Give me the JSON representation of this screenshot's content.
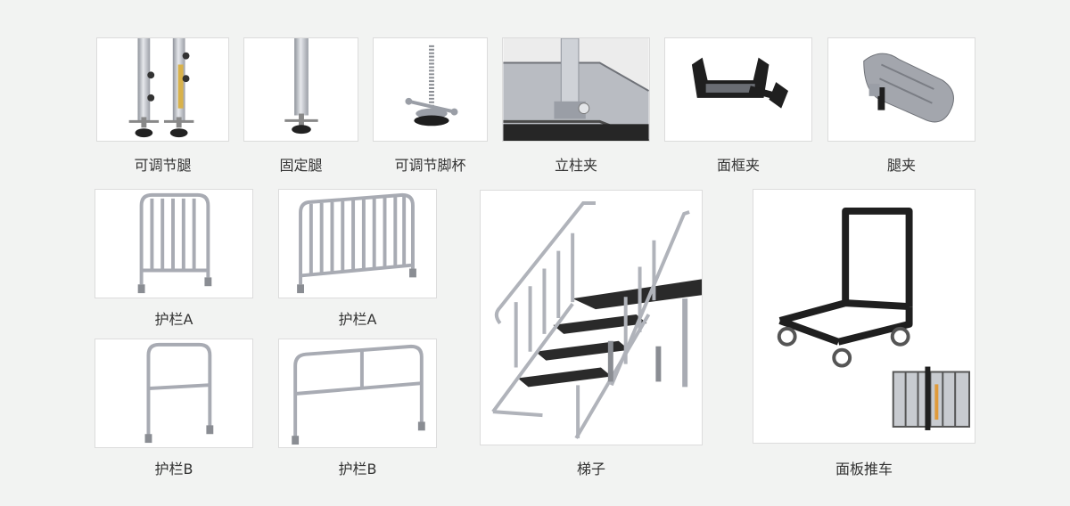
{
  "products": [
    {
      "label": "可调节腿",
      "icon": "adjustable-leg-icon"
    },
    {
      "label": "固定腿",
      "icon": "fixed-leg-icon"
    },
    {
      "label": "可调节脚杯",
      "icon": "adjustable-foot-cup-icon"
    },
    {
      "label": "立柱夹",
      "icon": "column-clamp-icon"
    },
    {
      "label": "面框夹",
      "icon": "panel-frame-clamp-icon"
    },
    {
      "label": "腿夹",
      "icon": "leg-clamp-icon"
    },
    {
      "label": "护栏A",
      "icon": "guardrail-a-short-icon"
    },
    {
      "label": "护栏A",
      "icon": "guardrail-a-long-icon"
    },
    {
      "label": "护栏B",
      "icon": "guardrail-b-short-icon"
    },
    {
      "label": "护栏B",
      "icon": "guardrail-b-long-icon"
    },
    {
      "label": "梯子",
      "icon": "ladder-icon"
    },
    {
      "label": "面板推车",
      "icon": "panel-cart-icon"
    }
  ],
  "colors": {
    "background": "#f2f3f2",
    "card": "#ffffff",
    "metal": "#a8abb3",
    "dark": "#2b2b2b"
  }
}
